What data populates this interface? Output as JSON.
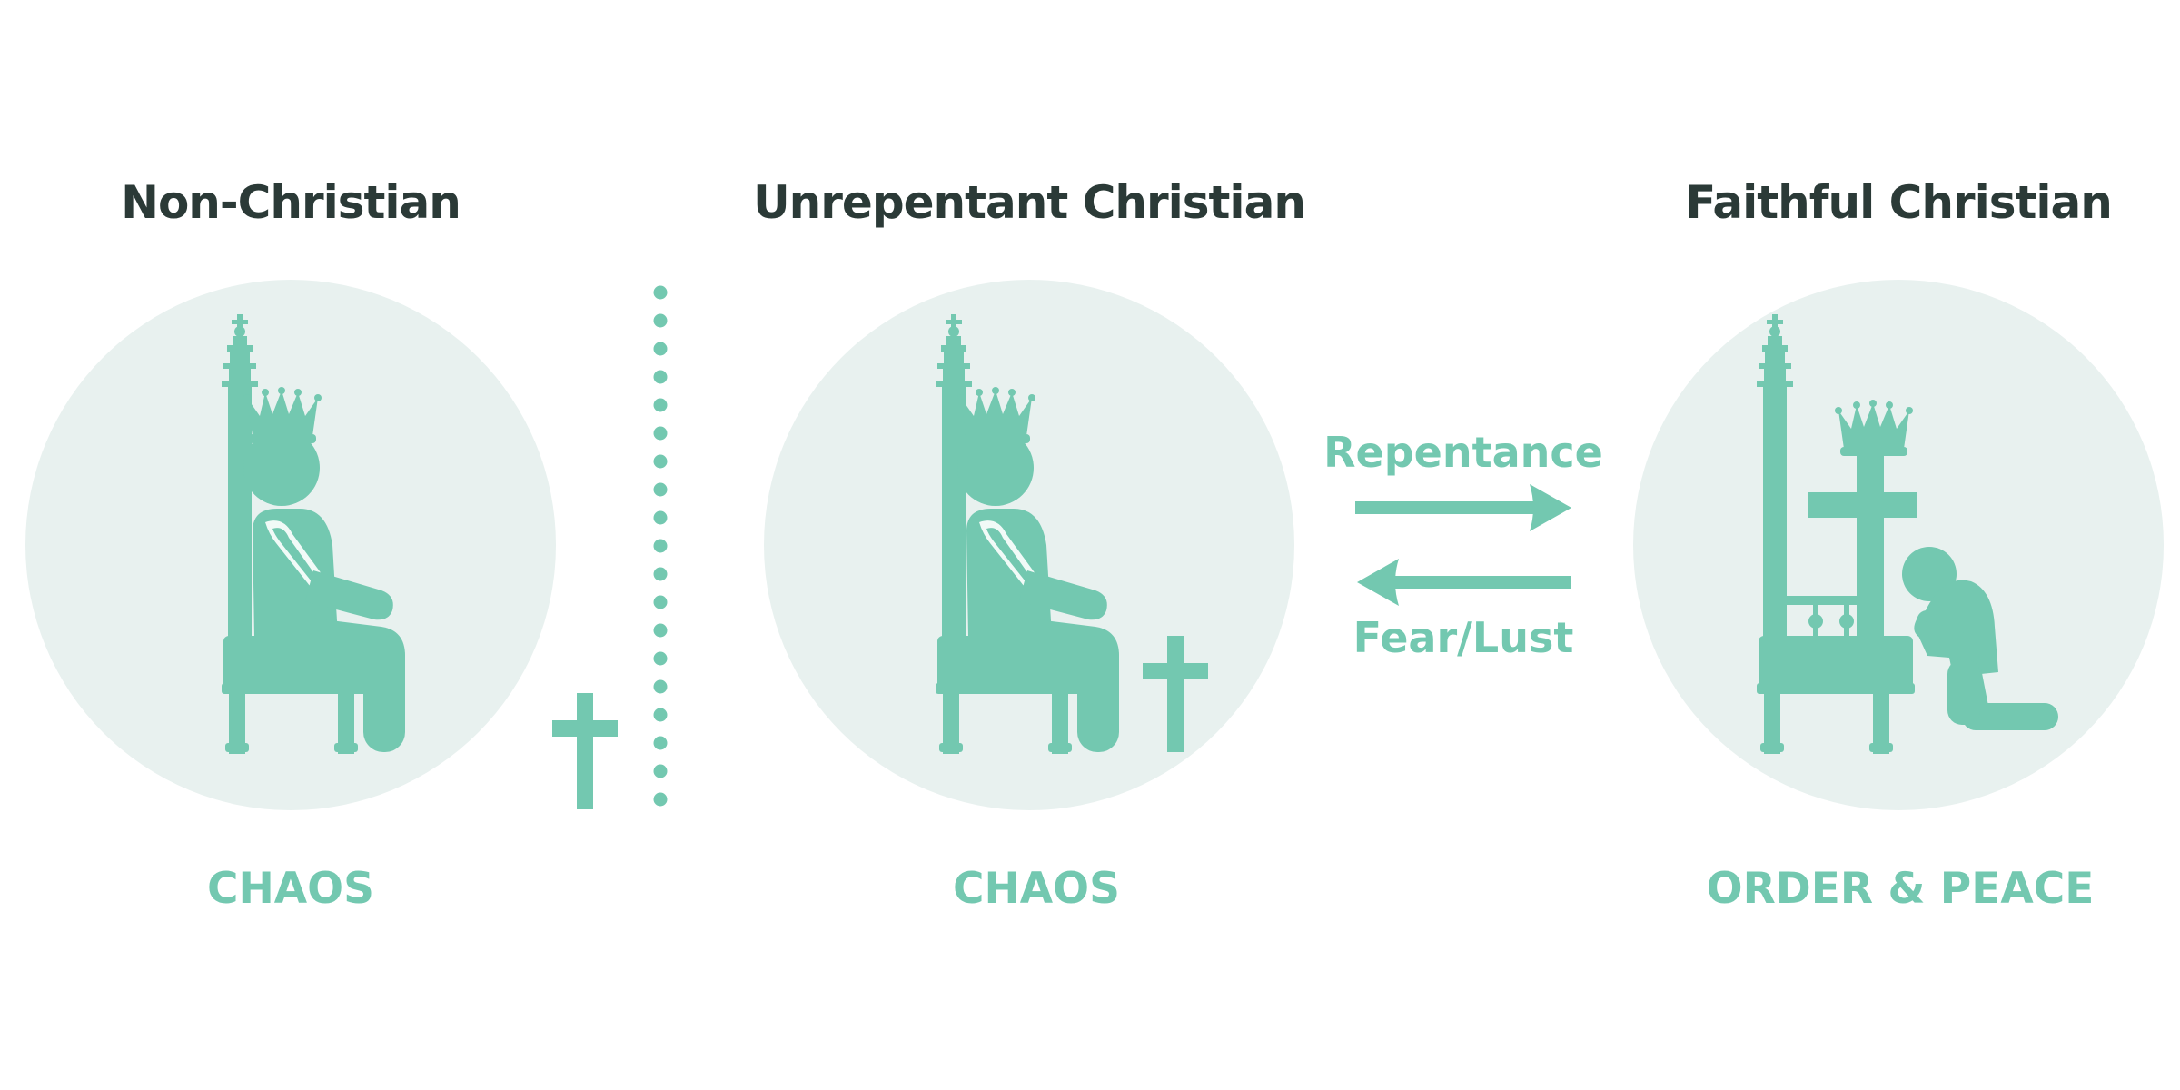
{
  "colors": {
    "background": "#ffffff",
    "circle": "#e8f1ef",
    "accent": "#73c8b0",
    "heading": "#2b3a37"
  },
  "panels": [
    {
      "title": "Non-Christian",
      "state": "CHAOS",
      "figure_icon": "crowned-person-on-throne-icon",
      "cross_icon": "cross-icon"
    },
    {
      "title": "Unrepentant Christian",
      "state": "CHAOS",
      "figure_icon": "crowned-person-on-throne-icon",
      "cross_icon": "cross-icon"
    },
    {
      "title": "Faithful Christian",
      "state": "ORDER & PEACE",
      "figure_icon": "cross-on-throne-kneeling-person-icon"
    }
  ],
  "transitions": {
    "forward_label": "Repentance",
    "backward_label": "Fear/Lust"
  }
}
